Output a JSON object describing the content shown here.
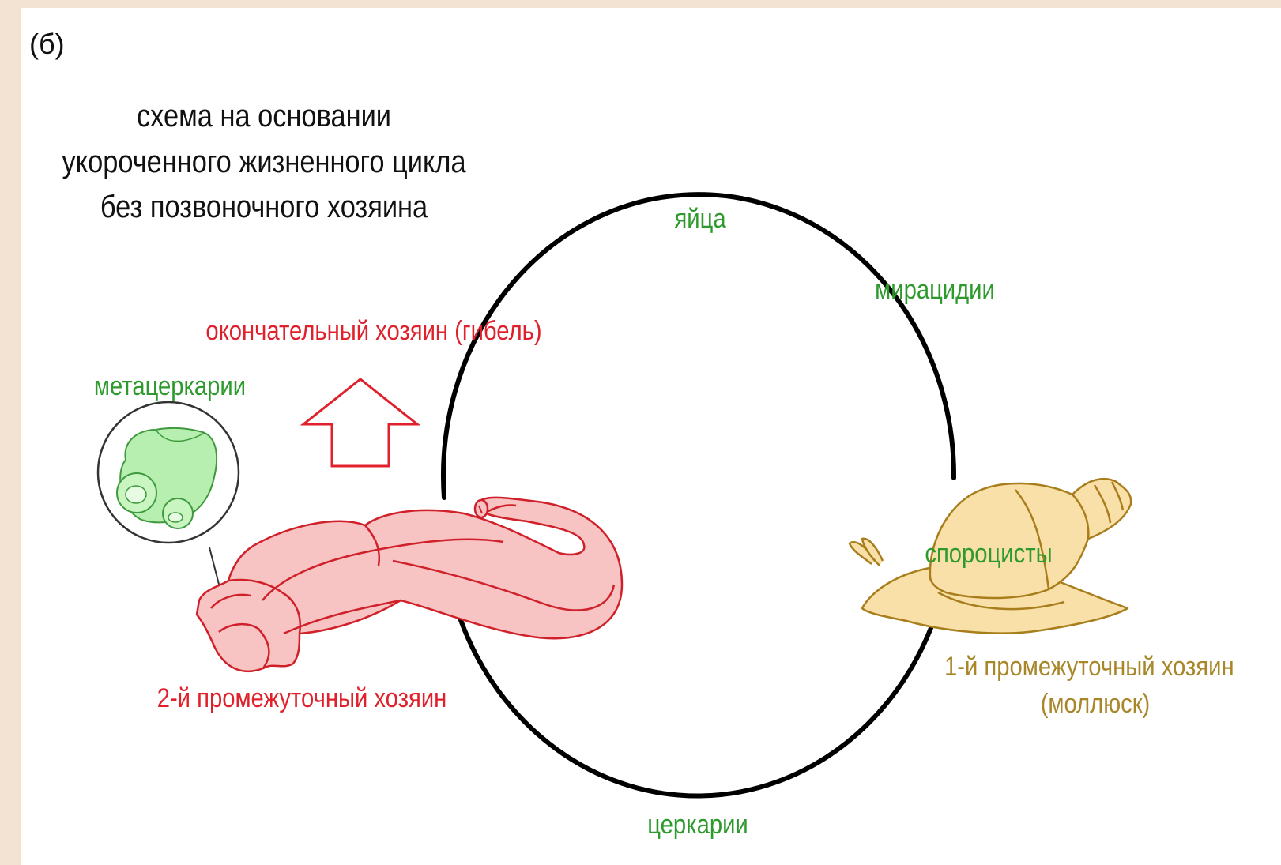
{
  "panel_label": "(б)",
  "title_lines": [
    "схема на основании",
    "укороченного жизненного цикла",
    "без позвоночного хозяина"
  ],
  "stages": {
    "eggs": "яйца",
    "miracidia": "мирацидии",
    "sporocysts": "спороцисты",
    "cercariae": "церкарии",
    "metacercariae": "метацеркарии"
  },
  "hosts": {
    "definitive": "окончательный хозяин (гибель)",
    "second_intermediate": "2-й промежуточный хозяин",
    "first_intermediate_line1": "1-й промежуточный хозяин",
    "first_intermediate_line2": "(моллюск)"
  },
  "colors": {
    "stage_green": "#2e9a2e",
    "host_red": "#e0202a",
    "mollusc_tan": "#a8872a",
    "cycle_line": "#000000",
    "fish_fill": "#f7c3c3",
    "snail_fill": "#f8e0a8",
    "cyst_fill": "#b7efb0"
  },
  "icons": [
    "fish-icon",
    "snail-icon",
    "metacercaria-cyst-icon",
    "up-arrow-icon"
  ]
}
